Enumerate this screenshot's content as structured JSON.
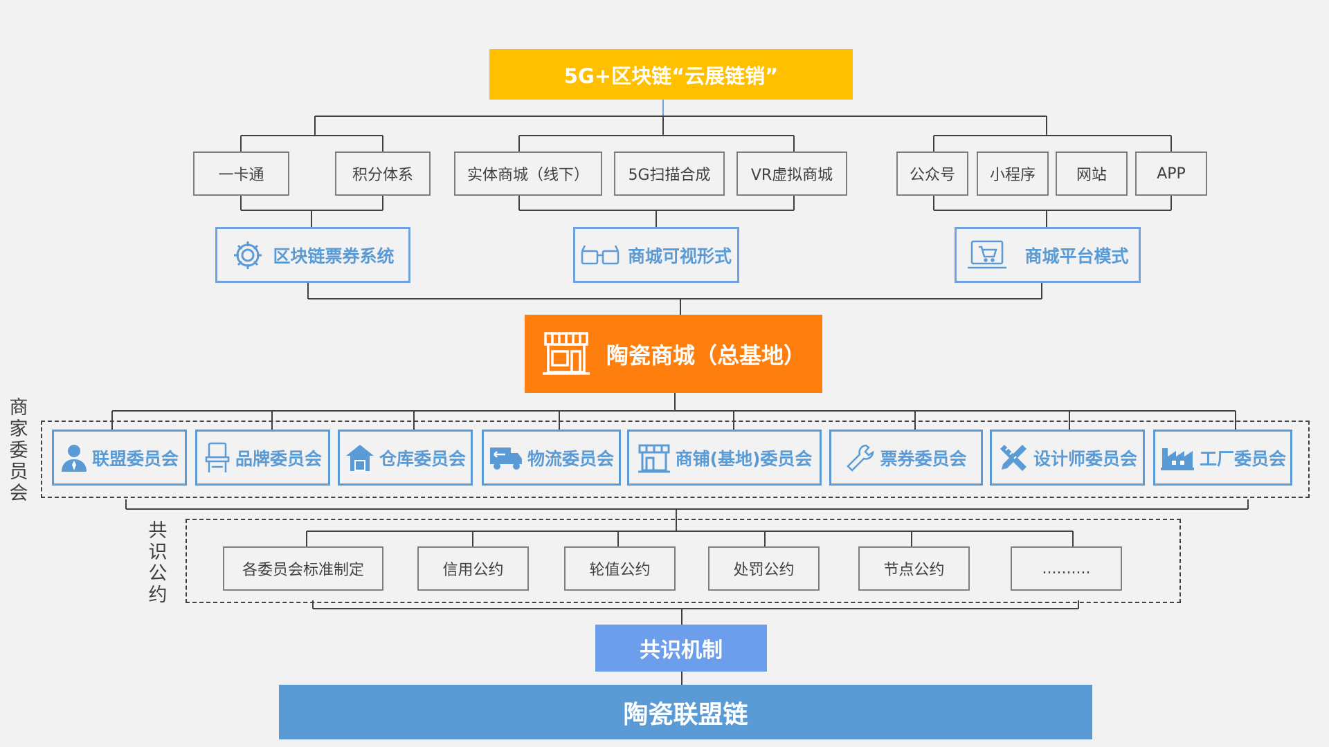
{
  "title": "5G+区块链“云展链销”",
  "channels": [
    {
      "label": "一卡通"
    },
    {
      "label": "积分体系"
    },
    {
      "label": "实体商城（线下）"
    },
    {
      "label": "5G扫描合成"
    },
    {
      "label": "VR虚拟商城"
    },
    {
      "label": "公众号"
    },
    {
      "label": "小程序"
    },
    {
      "label": "网站"
    },
    {
      "label": "APP"
    }
  ],
  "systems": [
    {
      "label": "区块链票券系统",
      "icon": "gear-icon"
    },
    {
      "label": "商城可视形式",
      "icon": "vr-glasses-icon"
    },
    {
      "label": "商城平台模式",
      "icon": "laptop-cart-icon"
    }
  ],
  "hub": {
    "label": "陶瓷商城（总基地）",
    "icon": "storefront-icon"
  },
  "committee_section_label": "商家委员会",
  "committees": [
    {
      "label": "联盟委员会",
      "icon": "person-icon"
    },
    {
      "label": "品牌委员会",
      "icon": "chair-icon"
    },
    {
      "label": "仓库委员会",
      "icon": "warehouse-icon"
    },
    {
      "label": "物流委员会",
      "icon": "truck-icon"
    },
    {
      "label": "商铺(基地)委员会",
      "icon": "shop-icon"
    },
    {
      "label": "票券委员会",
      "icon": "wrench-icon"
    },
    {
      "label": "设计师委员会",
      "icon": "ruler-pencil-icon"
    },
    {
      "label": "工厂委员会",
      "icon": "factory-icon"
    }
  ],
  "convention_section_label": "共识公约",
  "conventions": [
    {
      "label": "各委员会标准制定"
    },
    {
      "label": "信用公约"
    },
    {
      "label": "轮值公约"
    },
    {
      "label": "处罚公约"
    },
    {
      "label": "节点公约"
    },
    {
      "label": ".........."
    }
  ],
  "mechanism": "共识机制",
  "chain": "陶瓷联盟链",
  "colors": {
    "top": "#ffc000",
    "hub": "#ff7f0e",
    "blue": "#5b9bd5",
    "mechanism": "#6d9eeb"
  }
}
